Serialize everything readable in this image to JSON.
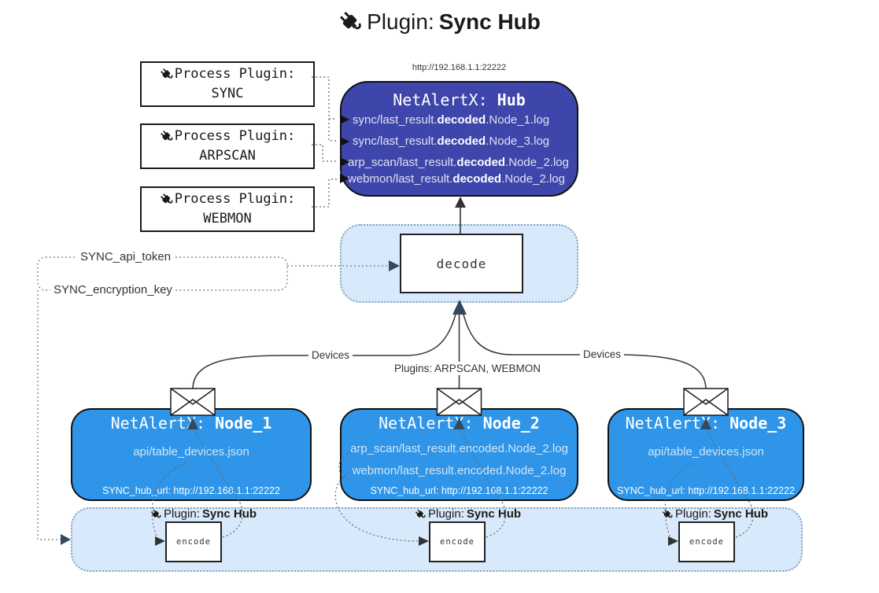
{
  "title": {
    "label": "Plugin:",
    "name": "Sync Hub"
  },
  "process_plugins": [
    {
      "label": "Process Plugin:",
      "name": "SYNC"
    },
    {
      "label": "Process Plugin:",
      "name": "ARPSCAN"
    },
    {
      "label": "Process Plugin:",
      "name": "WEBMON"
    }
  ],
  "hub": {
    "url": "http://192.168.1.1:22222",
    "title_prefix": "NetAlertX: ",
    "title_name": "Hub",
    "files": [
      {
        "pre": "sync/last_result.",
        "bold": "decoded",
        "post": ".Node_1.log"
      },
      {
        "pre": "sync/last_result.",
        "bold": "decoded",
        "post": ".Node_3.log"
      },
      {
        "pre": "arp_scan/last_result.",
        "bold": "decoded",
        "post": ".Node_2.log"
      },
      {
        "pre": "webmon/last_result.",
        "bold": "decoded",
        "post": ".Node_2.log"
      }
    ]
  },
  "decode_label": "decode",
  "config": {
    "api_token": "SYNC_api_token",
    "encryption_key": "SYNC_encryption_key"
  },
  "edge_labels": {
    "left": "Devices",
    "middle": "Plugins: ARPSCAN, WEBMON",
    "right": "Devices"
  },
  "nodes": [
    {
      "title_prefix": "NetAlertX: ",
      "title_name": "Node_1",
      "files": [
        "api/table_devices.json"
      ],
      "hub_url": "SYNC_hub_url: http://192.168.1.1:22222"
    },
    {
      "title_prefix": "NetAlertX: ",
      "title_name": "Node_2",
      "files": [
        "arp_scan/last_result.encoded.Node_2.log",
        "webmon/last_result.encoded.Node_2.log"
      ],
      "hub_url": "SYNC_hub_url: http://192.168.1.1:22222"
    },
    {
      "title_prefix": "NetAlertX: ",
      "title_name": "Node_3",
      "files": [
        "api/table_devices.json"
      ],
      "hub_url": "SYNC_hub_url: http://192.168.1.1:22222"
    }
  ],
  "encode_strip": {
    "items": [
      {
        "plugin_label": "Plugin: ",
        "plugin_name": "Sync Hub",
        "encode_label": "encode"
      },
      {
        "plugin_label": "Plugin: ",
        "plugin_name": "Sync Hub",
        "encode_label": "encode"
      },
      {
        "plugin_label": "Plugin: ",
        "plugin_name": "Sync Hub",
        "encode_label": "encode"
      }
    ]
  },
  "colors": {
    "hub_fill": "#3e46ab",
    "node_fill": "#2e95e8",
    "container_fill": "#d8e9fb",
    "arrow_dark": "#36495c"
  }
}
